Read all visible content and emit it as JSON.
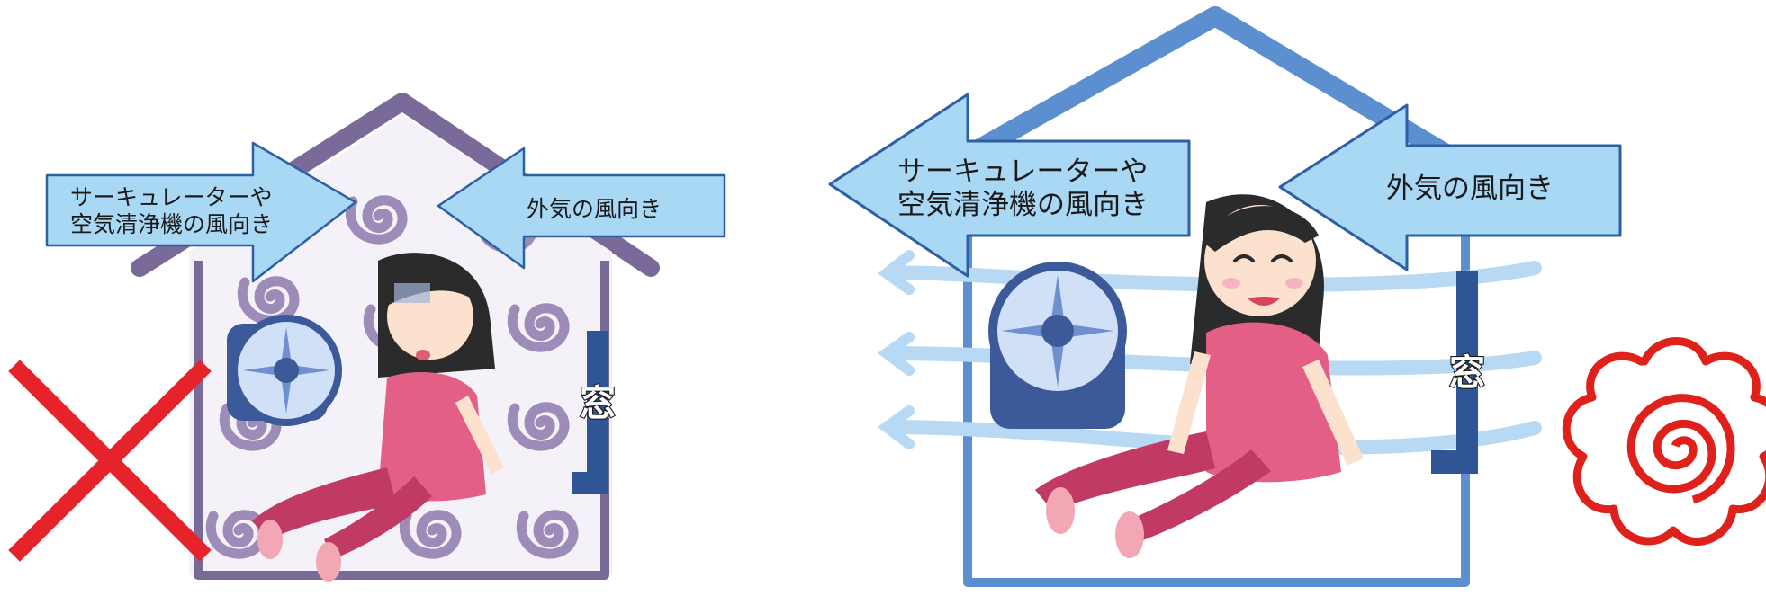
{
  "left_panel": {
    "circulator_arrow": {
      "line1": "サーキュレーターや",
      "line2": "空気清浄機の風向き"
    },
    "outside_wind_arrow": {
      "label": "外気の風向き"
    },
    "window_label": "窓",
    "verdict_icon": "red-x-icon",
    "state": "stuffy-room"
  },
  "right_panel": {
    "circulator_arrow": {
      "line1": "サーキュレーターや",
      "line2": "空気清浄機の風向き"
    },
    "outside_wind_arrow": {
      "label": "外気の風向き"
    },
    "window_label": "窓",
    "verdict_icon": "red-hanamaru-icon",
    "state": "fresh-room"
  },
  "colors": {
    "arrow_fill": "#a9d8f5",
    "arrow_stroke": "#2d5fa5",
    "left_house": "#7a6a9a",
    "right_house": "#5b8fd0",
    "window": "#2f5597",
    "mark_red": "#e6232b",
    "circle_red": "#e0201b"
  }
}
